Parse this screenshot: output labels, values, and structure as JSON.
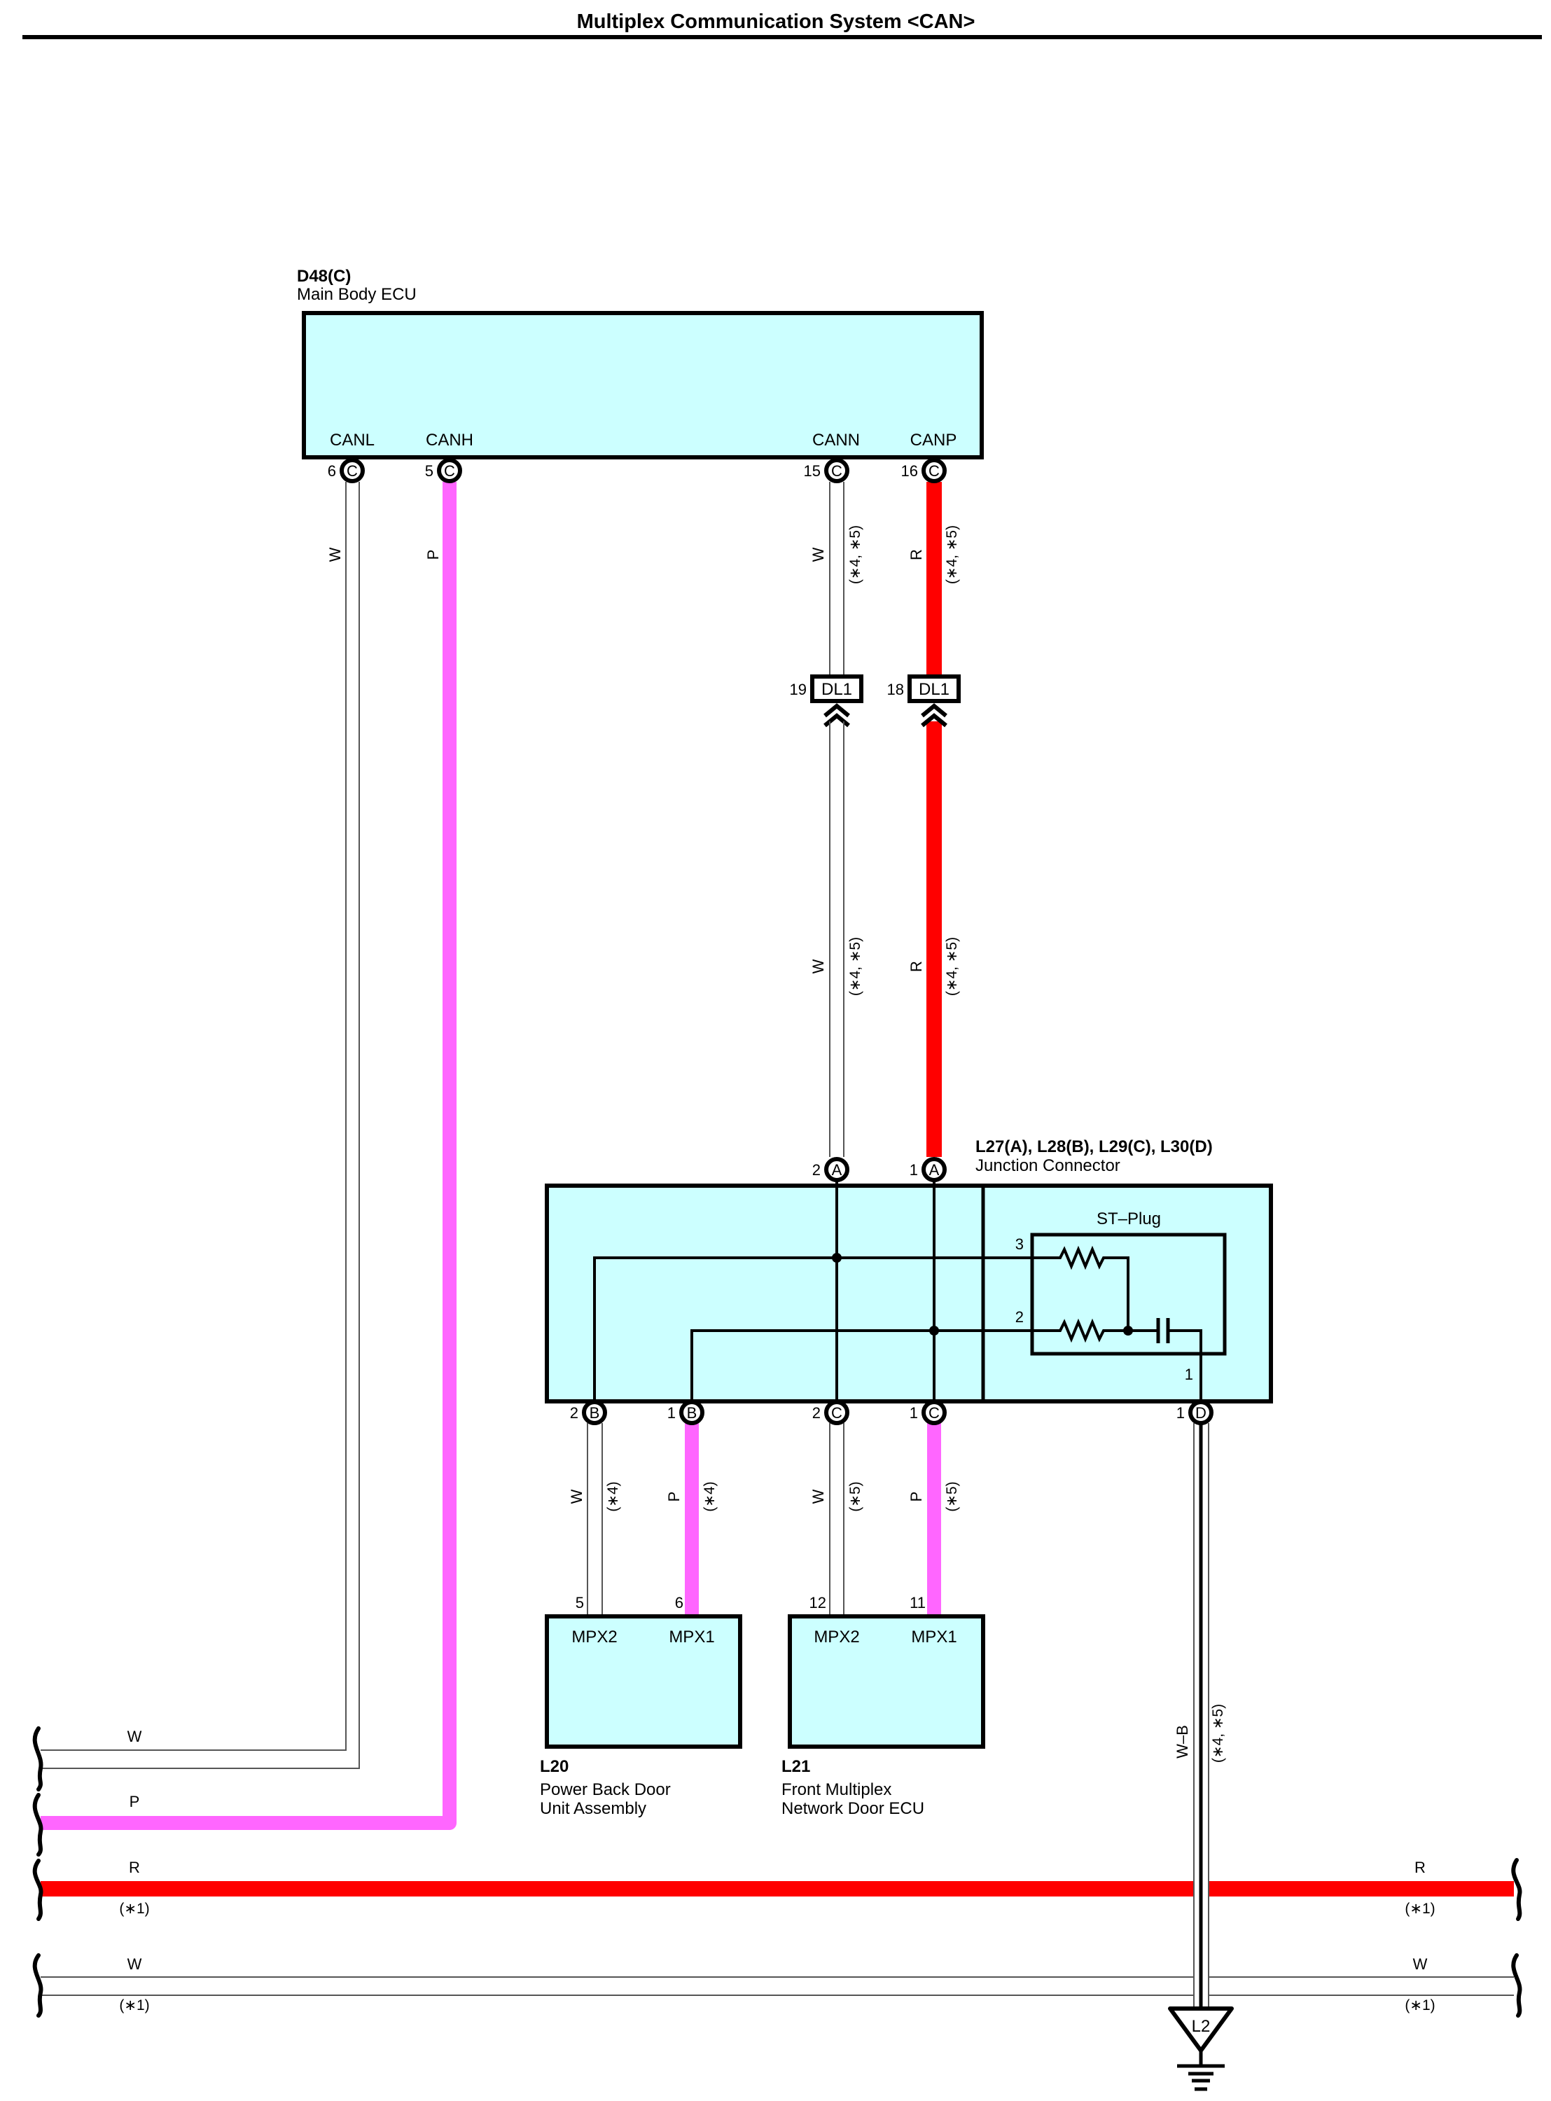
{
  "title": "Multiplex Communication System <CAN>",
  "colors": {
    "box_fill": "#ccffff",
    "wire_pink": "#ff66ff",
    "wire_red": "#ff0000",
    "wire_white": "#ffffff",
    "ink": "#000000"
  },
  "main_ecu": {
    "code": "D48(C)",
    "name": "Main Body ECU",
    "terminals": [
      {
        "label": "CANL",
        "pin": "6",
        "connector": "C"
      },
      {
        "label": "CANH",
        "pin": "5",
        "connector": "C"
      },
      {
        "label": "CANN",
        "pin": "15",
        "connector": "C"
      },
      {
        "label": "CANP",
        "pin": "16",
        "connector": "C"
      }
    ]
  },
  "wires_upper": {
    "canl": {
      "color": "W"
    },
    "canh": {
      "color": "P"
    },
    "cann": {
      "color": "W",
      "note": "(∗4, ∗5)"
    },
    "canp": {
      "color": "R",
      "note": "(∗4, ∗5)"
    },
    "cann_lower": {
      "color": "W",
      "note": "(∗4, ∗5)"
    },
    "canp_lower": {
      "color": "R",
      "note": "(∗4, ∗5)"
    }
  },
  "dlc": [
    {
      "pin": "19",
      "code": "DL1"
    },
    {
      "pin": "18",
      "code": "DL1"
    }
  ],
  "junction": {
    "code": "L27(A), L28(B), L29(C), L30(D)",
    "name": "Junction Connector",
    "st_plug": "ST–Plug",
    "st_pins": [
      "3",
      "2",
      "1"
    ],
    "top_pins": [
      {
        "pin": "2",
        "connector": "A"
      },
      {
        "pin": "1",
        "connector": "A"
      }
    ],
    "bottom_pins": [
      {
        "pin": "2",
        "connector": "B"
      },
      {
        "pin": "1",
        "connector": "B"
      },
      {
        "pin": "2",
        "connector": "C"
      },
      {
        "pin": "1",
        "connector": "C"
      },
      {
        "pin": "1",
        "connector": "D"
      }
    ]
  },
  "wires_lower": [
    {
      "color": "W",
      "note": "(∗4)"
    },
    {
      "color": "P",
      "note": "(∗4)"
    },
    {
      "color": "W",
      "note": "(∗5)"
    },
    {
      "color": "P",
      "note": "(∗5)"
    }
  ],
  "ground_wire": {
    "color": "W–B",
    "note": "(∗4, ∗5)"
  },
  "ground": {
    "code": "L2"
  },
  "l20": {
    "code": "L20",
    "name_line1": "Power Back Door",
    "name_line2": "Unit Assembly",
    "terminals": [
      {
        "label": "MPX2",
        "pin": "5"
      },
      {
        "label": "MPX1",
        "pin": "6"
      }
    ]
  },
  "l21": {
    "code": "L21",
    "name_line1": "Front Multiplex",
    "name_line2": "Network Door ECU",
    "terminals": [
      {
        "label": "MPX2",
        "pin": "12"
      },
      {
        "label": "MPX1",
        "pin": "11"
      }
    ]
  },
  "bus": {
    "w_upper": {
      "color": "W"
    },
    "p": {
      "color": "P"
    },
    "r_left": {
      "color": "R",
      "note": "(∗1)"
    },
    "r_right": {
      "color": "R",
      "note": "(∗1)"
    },
    "w_left": {
      "color": "W",
      "note": "(∗1)"
    },
    "w_right": {
      "color": "W",
      "note": "(∗1)"
    }
  }
}
